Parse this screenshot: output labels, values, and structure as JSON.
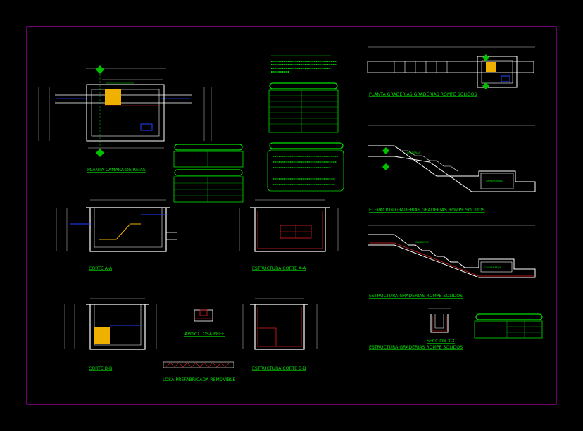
{
  "colors": {
    "background": "#000000",
    "frame": "#e000e0",
    "walls": "#ffffff",
    "titles": "#00e000",
    "rebar": "#e02020",
    "pipes": "#2040ff",
    "fill_highlight": "#f0b000"
  },
  "titles": {
    "planta_camara": "PLANTA CAMARA DE REJAS",
    "corte_aa": "CORTE A-A",
    "estructura_aa": "ESTRUCTURA CORTE A-A",
    "corte_bb": "CORTE B-B",
    "estructura_bb": "ESTRUCTURA CORTE B-B",
    "apoyo_losa": "APOYO LOSA PREF.",
    "losa_prefabricada": "LOSA PREFABRICADA REMOVIBLE",
    "planta_graderias": "PLANTA GRADERIAS GRADERIAS ROMPE SOLIDOS",
    "elevacion_graderias": "ELEVACION GRADERIAS GRADERIAS ROMPE SOLIDOS",
    "estructura_graderias": "ESTRUCTURA GRADERIAS ROMPE SOLIDOS",
    "seccion_xx": "SECCION X-X",
    "estructura_graderias_2": "ESTRUCTURA GRADERIAS ROMPE SOLIDOS"
  },
  "tables": {
    "cuadro_acero_1": "CUADRO DE ACERO",
    "cuadro_acero_2": "CUADRO DE ACERO"
  },
  "labels": {
    "graderias": "GRADERIAS",
    "camara_rejas": "CAMARA REJAS",
    "camara_rejas_2": "CAMARA REJAS"
  }
}
